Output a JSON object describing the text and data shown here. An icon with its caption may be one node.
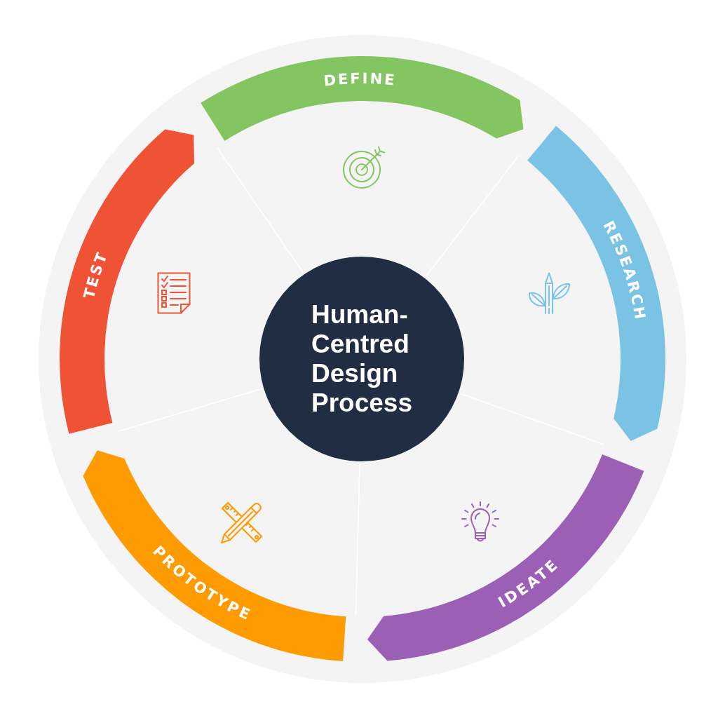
{
  "diagram": {
    "nodes": [
      {
        "text": [
          "Human-Centred Design Process"
        ]
      },
      {
        "text": [
          "DEFINE"
        ]
      },
      {
        "text": [
          "RESEARCH"
        ]
      },
      {
        "text": [
          "IDEATE"
        ]
      },
      {
        "text": [
          "PROTOTYPE"
        ]
      },
      {
        "text": [
          "TEST"
        ]
      }
    ]
  }
}
